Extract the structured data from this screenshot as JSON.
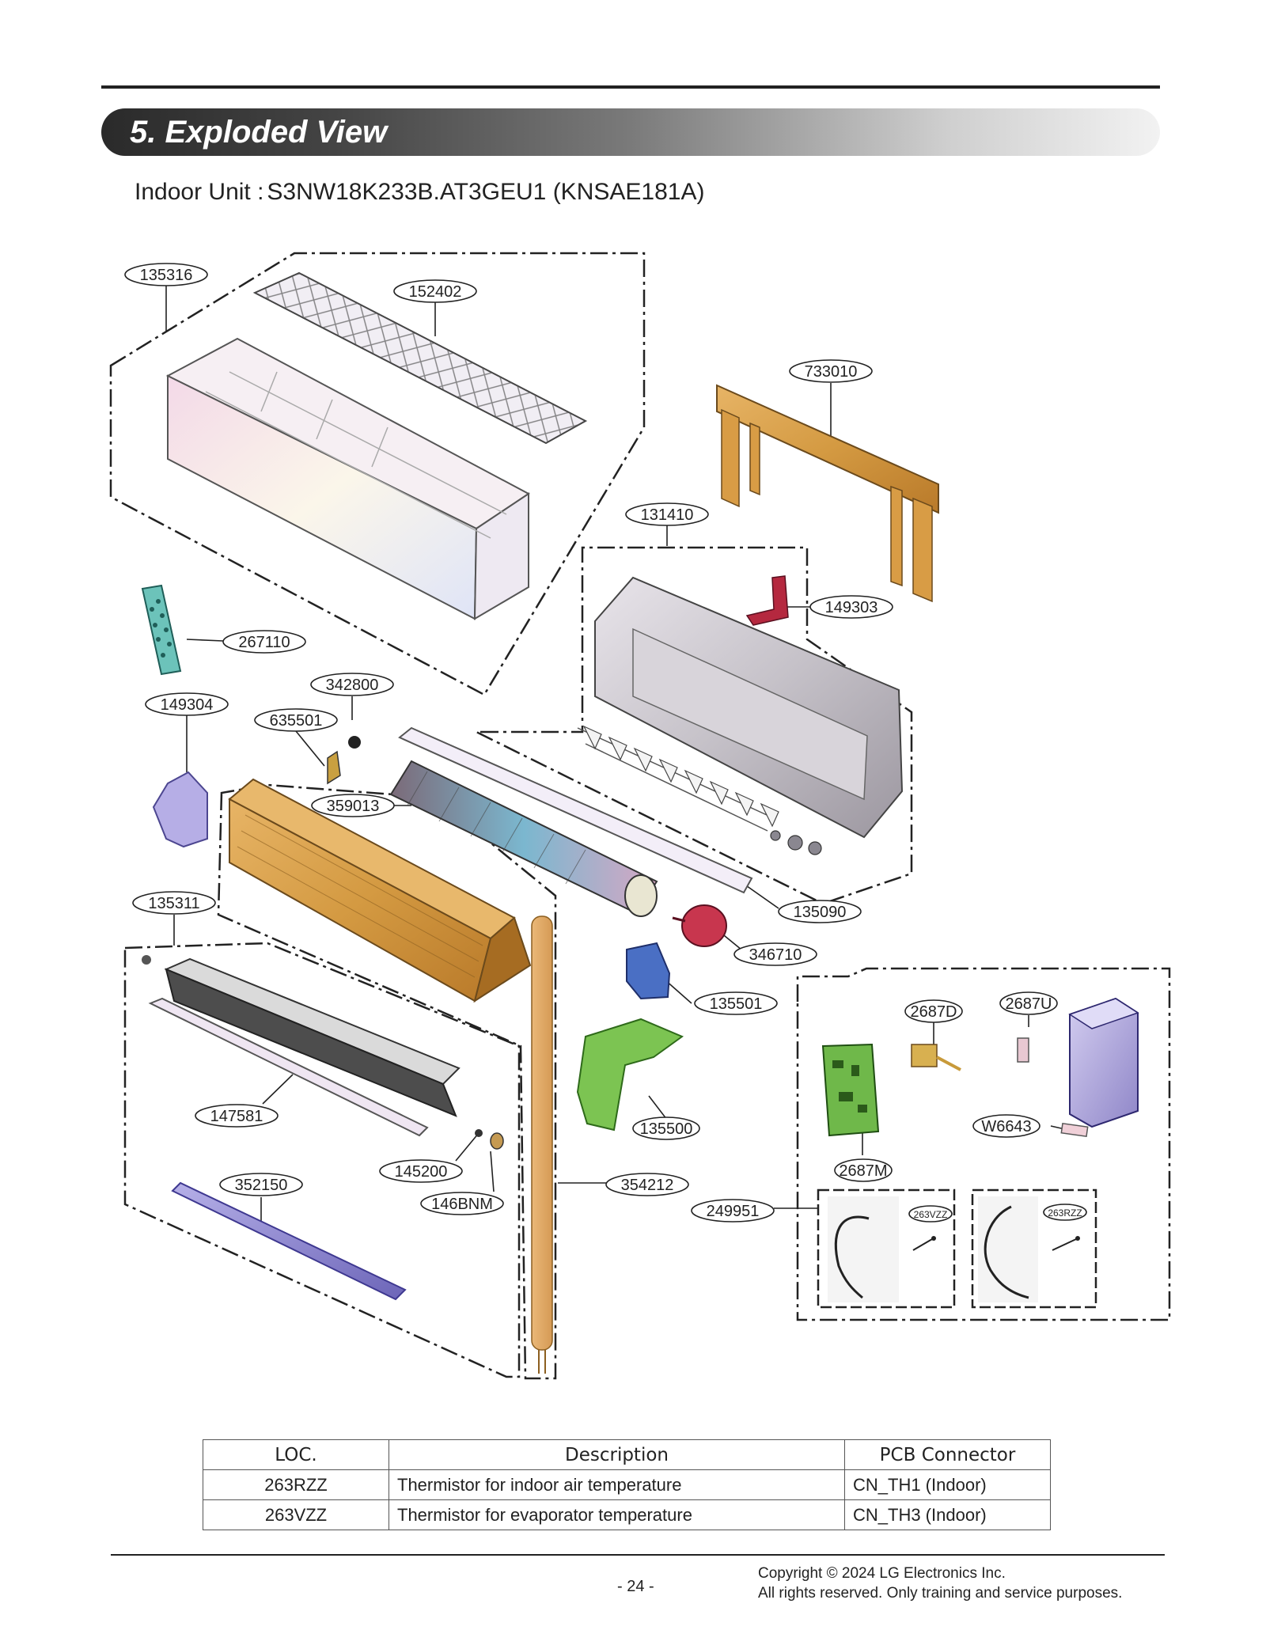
{
  "section": {
    "title": "5. Exploded View"
  },
  "subtitle": {
    "label": "Indoor Unit :",
    "model": "S3NW18K233B.AT3GEU1 (KNSAE181A)"
  },
  "parts": {
    "p135316": "135316",
    "p152402": "152402",
    "p733010": "733010",
    "p131410": "131410",
    "p149303": "149303",
    "p267110": "267110",
    "p342800": "342800",
    "p149304": "149304",
    "p635501": "635501",
    "p359013": "359013",
    "p135090": "135090",
    "p135311": "135311",
    "p346710": "346710",
    "p135501": "135501",
    "p2687D": "2687D",
    "p2687U": "2687U",
    "p147581": "147581",
    "p135500": "135500",
    "pW6643": "W6643",
    "p145200": "145200",
    "p2687M": "2687M",
    "p352150": "352150",
    "p354212": "354212",
    "p146BNM": "146BNM",
    "p249951": "249951",
    "p263VZZ": "263VZZ",
    "p263RZZ": "263RZZ"
  },
  "table": {
    "headers": [
      "LOC.",
      "Description",
      "PCB Connector"
    ],
    "rows": [
      [
        "263RZZ",
        "Thermistor for indoor air temperature",
        "CN_TH1 (Indoor)"
      ],
      [
        "263VZZ",
        "Thermistor for evaporator temperature",
        "CN_TH3 (Indoor)"
      ]
    ]
  },
  "footer": {
    "page": "- 24 -",
    "copyright_line1": "Copyright © 2024 LG Electronics Inc.",
    "copyright_line2": "All rights reserved. Only training and service purposes."
  },
  "colors": {
    "copper": "#d9a04a",
    "pcb_green": "#6fb84a",
    "fan_red": "#c8364e",
    "blue_part": "#4a6fc4",
    "remote_teal": "#5fb8b0",
    "lavender": "#a49ad8"
  }
}
